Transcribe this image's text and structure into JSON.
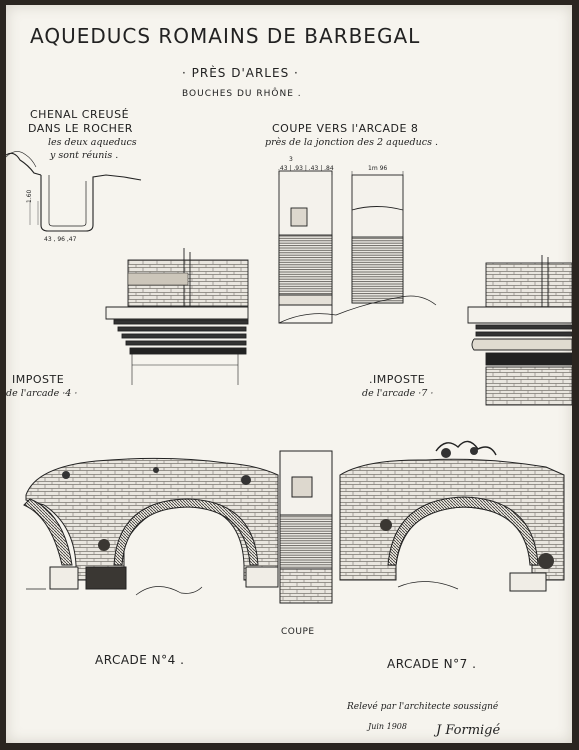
{
  "title": "AQUEDUCS ROMAINS DE BARBEGAL",
  "subtitle_location": "· PRÈS D'ARLES ·",
  "subtitle_region": "BOUCHES DU RHÔNE .",
  "chenal": {
    "line1": "CHENAL CREUSÉ",
    "line2": "DANS LE ROCHER",
    "note1": "les deux aqueducs",
    "note2": "y sont réunis ."
  },
  "chenal_dims": "43 ,  96  ,47",
  "chenal_height": "1.60",
  "coupe_arcade8": {
    "line1": "COUPE VERS l'ARCADE 8",
    "line2": "près de la jonction des 2 aqueducs ."
  },
  "coupe_dims_left": ".43 | .93 | .43 | .84",
  "coupe_dims_right": "1m 96",
  "coupe_top_dim": "3",
  "imposte4": {
    "line1": "IMPOSTE",
    "line2": "de l'arcade ·4 ·"
  },
  "imposte7": {
    "line1": ".IMPOSTE",
    "line2": "de l'arcade ·7 ·"
  },
  "coupe_label": "COUPE",
  "arcade4_label": "ARCADE N°4 .",
  "arcade7_label": "ARCADE  N°7 .",
  "signature": {
    "line1": "Relevé par l'architecte soussigné",
    "line2": "Juin 1908",
    "name": "J Formigé"
  }
}
